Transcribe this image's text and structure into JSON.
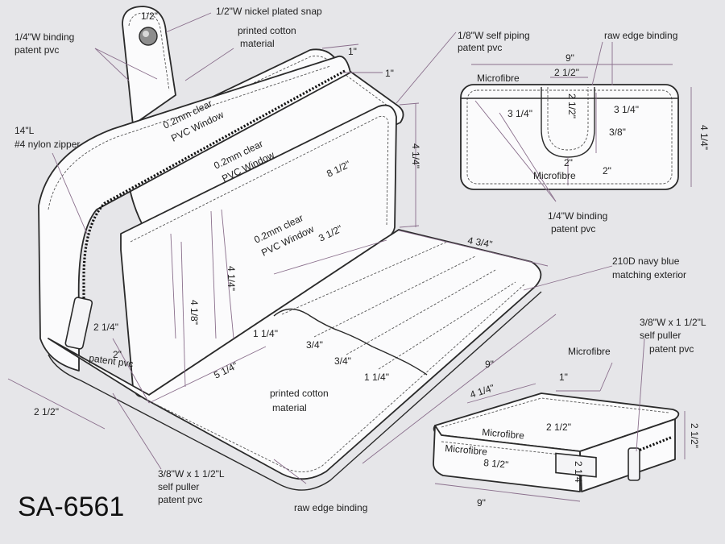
{
  "model_code": "SA-6561",
  "callouts": {
    "snap": "1/2\"W nickel plated snap",
    "snap_size": "1/2\"",
    "binding_left_1": "1/4\"W binding",
    "binding_left_2": "patent pvc",
    "cotton_top_1": "printed cotton",
    "cotton_top_2": "material",
    "self_piping_1": "1/8\"W self piping",
    "self_piping_2": "patent pvc",
    "raw_edge_top": "raw edge binding",
    "zipper_1": "14\"L",
    "zipper_2": "#4 nylon zipper",
    "window1_1": "0.2mm clear",
    "window1_2": "PVC Window",
    "window2_1": "0.2mm clear",
    "window2_2": "PVC Window",
    "window3_1": "0.2mm clear",
    "window3_2": "PVC Window",
    "exterior_1": "210D navy blue",
    "exterior_2": "matching exterior",
    "binding_mid_1": "1/4\"W binding",
    "binding_mid_2": "patent pvc",
    "patent_pvc": "patent pvc",
    "cotton_bottom_1": "printed cotton",
    "cotton_bottom_2": "material",
    "puller_left_1": "3/8\"W x 1 1/2\"L",
    "puller_left_2": "self puller",
    "puller_left_3": "patent pvc",
    "raw_edge_bottom": "raw edge binding",
    "puller_right_1": "3/8\"W x 1 1/2\"L",
    "puller_right_2": "self puller",
    "puller_right_3": "patent pvc",
    "microfibre_pocket": "Microfibre",
    "microfibre_panel": "Microfibre",
    "microfibre_closed": "Microfibre",
    "microfibre_top": "Microfibre",
    "microfibre_front": "Microfibre"
  },
  "dimensions": {
    "d_1in_a": "1\"",
    "d_1in_b": "1\"",
    "d_4_1_4_main": "4 1/4\"",
    "d_8_1_2_main": "8 1/2\"",
    "d_3_1_2": "3 1/2\"",
    "d_4_3_4": "4 3/4\"",
    "d_4_1_4_panel": "4 1/4\"",
    "d_4_1_8": "4 1/8\"",
    "d_5_1_4": "5 1/4\"",
    "d_2_1_4": "2 1/4\"",
    "d_2in_left": "2\"",
    "d_2_1_2_left": "2 1/2\"",
    "d_1_1_4_a": "1 1/4\"",
    "d_3_4_a": "3/4\"",
    "d_3_4_b": "3/4\"",
    "d_1_1_4_b": "1 1/4\"",
    "d_9_main": "9\"",
    "d_9_top": "9\"",
    "d_2_1_2_top": "2 1/2\"",
    "d_2_1_2_vert": "2 1/2\"",
    "d_3_1_4_left": "3 1/4\"",
    "d_3_1_4_right": "3 1/4\"",
    "d_3_8": "3/8\"",
    "d_2in_pocket": "2\"",
    "d_2in_side": "2\"",
    "d_4_1_4_right": "4 1/4\"",
    "d_4_1_4_closed": "4 1/4\"",
    "d_1in_closed": "1\"",
    "d_2_1_2_tab": "2 1/2\"",
    "d_8_1_2_closed": "8 1/2\"",
    "d_2_1_4_closed": "2 1/4\"",
    "d_2_1_2_closed": "2 1/2\"",
    "d_9_closed": "9\""
  }
}
